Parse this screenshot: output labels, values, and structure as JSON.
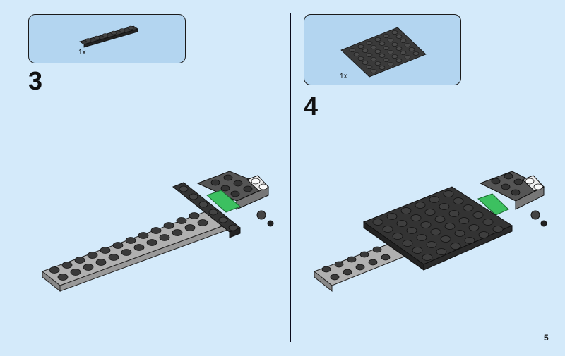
{
  "page": {
    "background": "#d4eafa",
    "callout_fill": "#b3d5f0",
    "page_number": "5"
  },
  "steps": [
    {
      "number": "3",
      "parts_callout": {
        "items": [
          {
            "part": "plate-1x6",
            "color": "dark-stone-grey",
            "quantity_label": "1x"
          }
        ]
      }
    },
    {
      "number": "4",
      "parts_callout": {
        "items": [
          {
            "part": "plate-6x6",
            "color": "dark-stone-grey",
            "quantity_label": "1x"
          }
        ]
      }
    }
  ],
  "colors": {
    "light_grey": "#a8a8a8",
    "dark_grey": "#3a3a3a",
    "green": "#3cc060",
    "white": "#f0f0f0"
  }
}
